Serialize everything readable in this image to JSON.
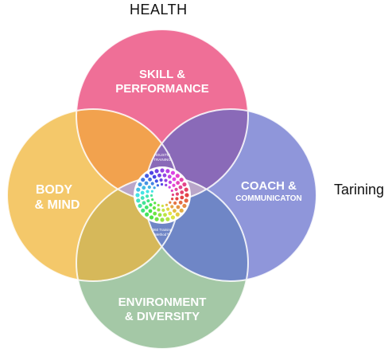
{
  "header_label": "HEALTH",
  "side_label": "Tarining",
  "circles": {
    "top": {
      "line1": "SKILL &",
      "line2": "PERFORMANCE",
      "color": "#ef6f97"
    },
    "left": {
      "line1": "BODY",
      "line2": "& MIND",
      "color": "#f4c86a"
    },
    "right": {
      "line1": "COACH &",
      "line2": "COMMUNICATON",
      "color": "#8f96da"
    },
    "bottom": {
      "line1": "ENVIRONMENT",
      "line2": "& DIVERSITY",
      "color": "#a4c8a6"
    }
  },
  "center": {
    "top_line1": "HOLISTIC",
    "top_line2": "TRAINING",
    "bottom_line1": "360 Training",
    "bottom_line2": "Method™"
  },
  "overlap_colors": {
    "top_left": "#f2a24e",
    "top_right": "#8a6ab8",
    "bottom_left": "#d6b85a",
    "bottom_right": "#6f86c6",
    "center": "#b9a6c9"
  }
}
